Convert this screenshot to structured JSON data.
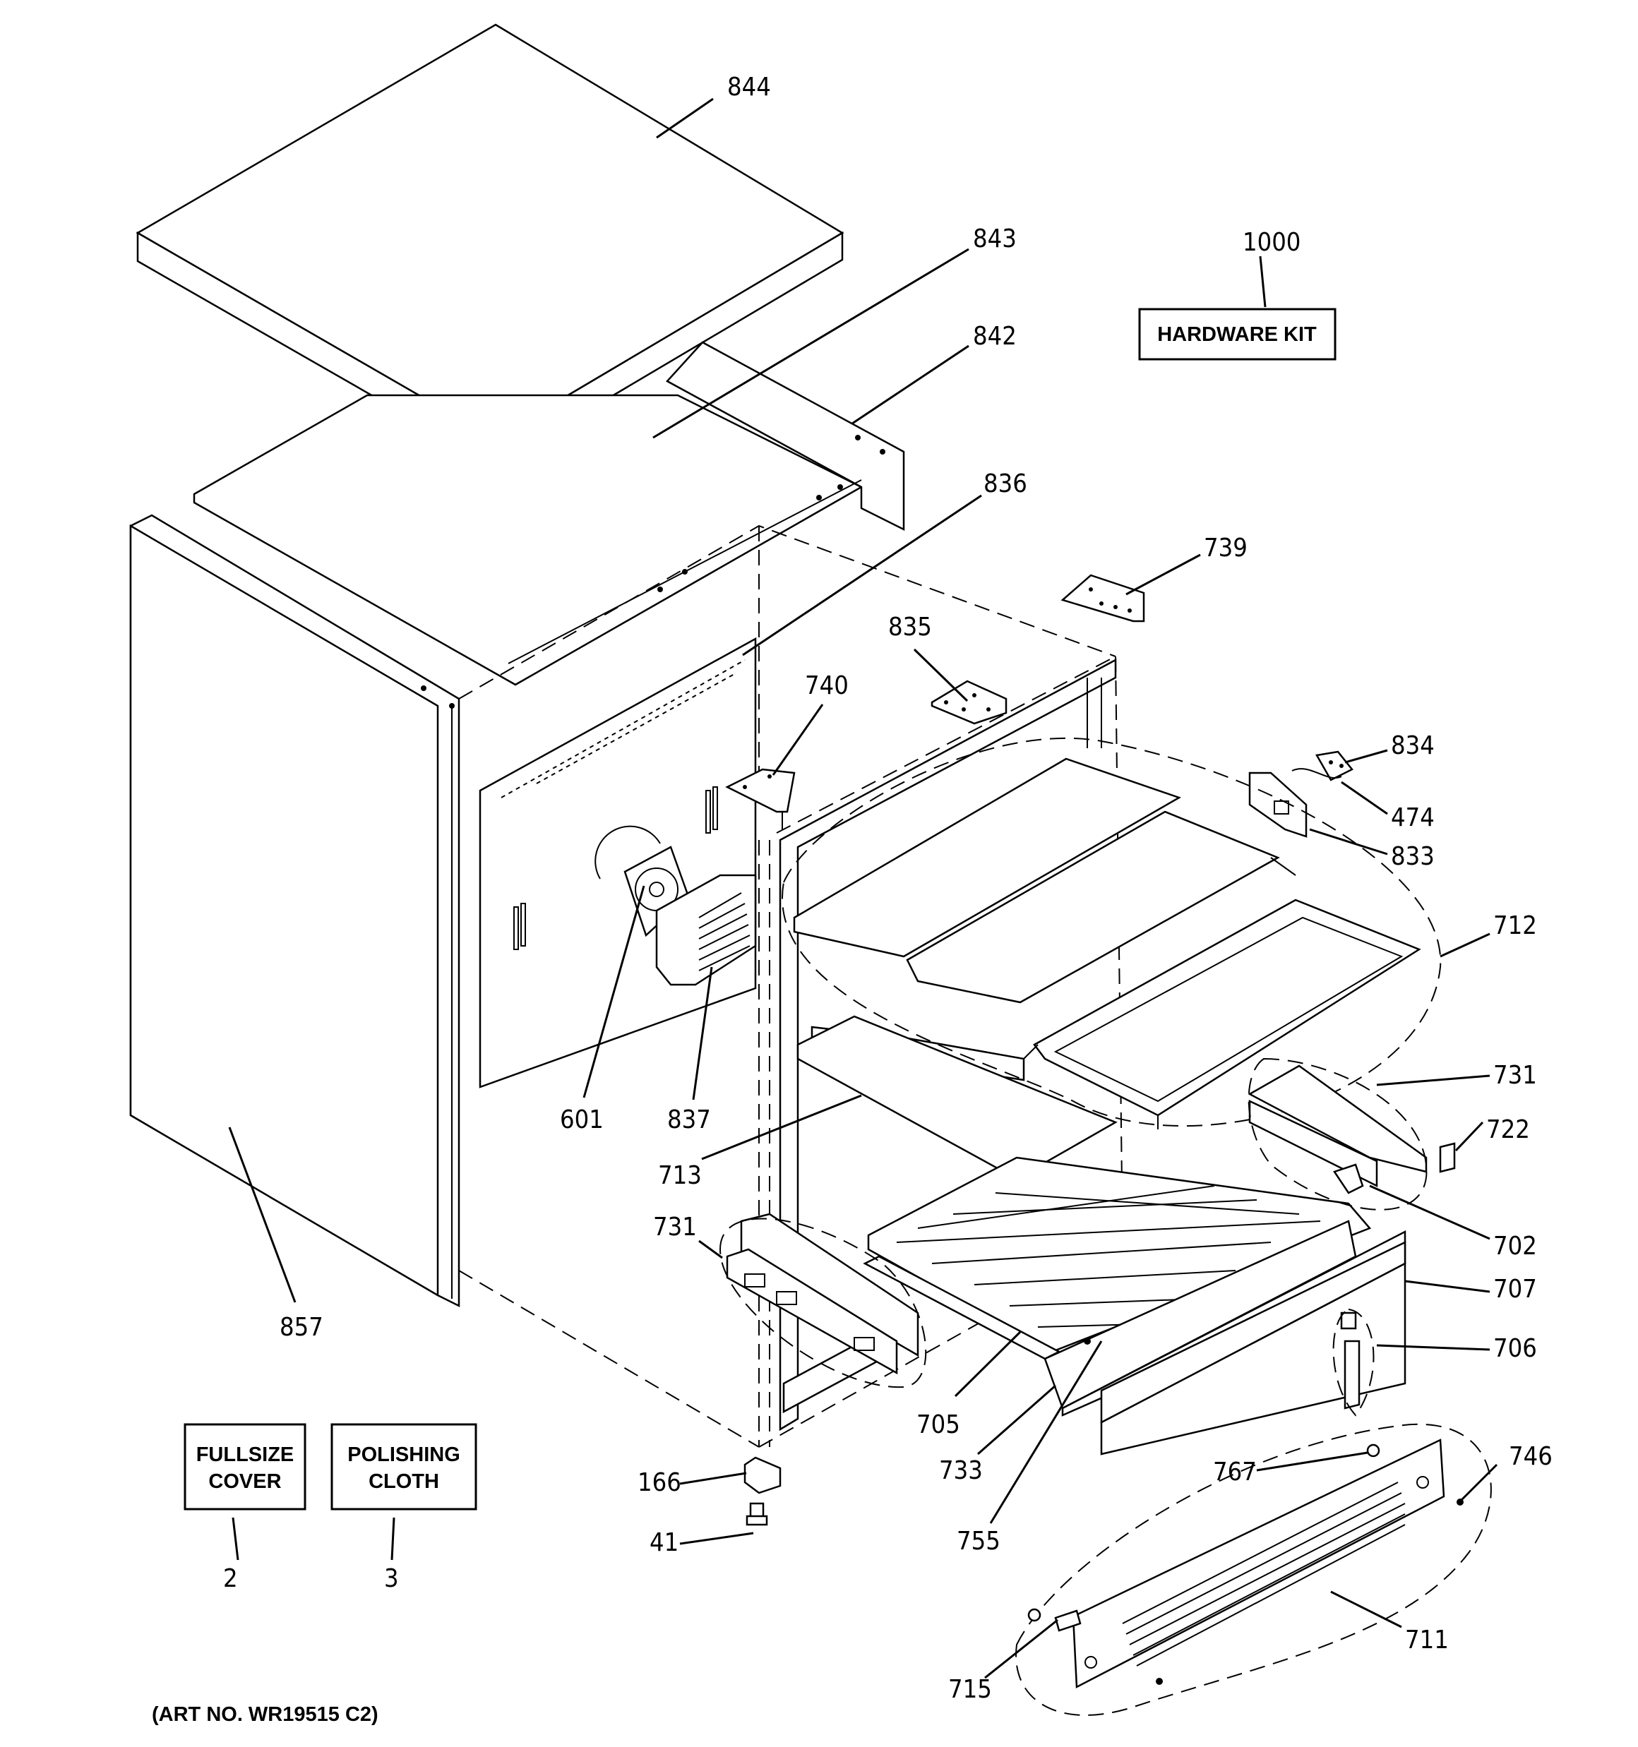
{
  "diagram": {
    "callouts": [
      "844",
      "843",
      "842",
      "836",
      "1000",
      "739",
      "835",
      "740",
      "834",
      "474",
      "833",
      "712",
      "601",
      "837",
      "731",
      "722",
      "713",
      "702",
      "731",
      "707",
      "706",
      "857",
      "705",
      "733",
      "755",
      "767",
      "746",
      "166",
      "41",
      "711",
      "715",
      "2",
      "3"
    ],
    "boxes": {
      "hardware_kit": "HARDWARE KIT",
      "fullsize_cover": [
        "FULLSIZE",
        "COVER"
      ],
      "polishing_cloth": [
        "POLISHING",
        "CLOTH"
      ]
    },
    "art_number": "(ART NO. WR19515 C2)"
  }
}
